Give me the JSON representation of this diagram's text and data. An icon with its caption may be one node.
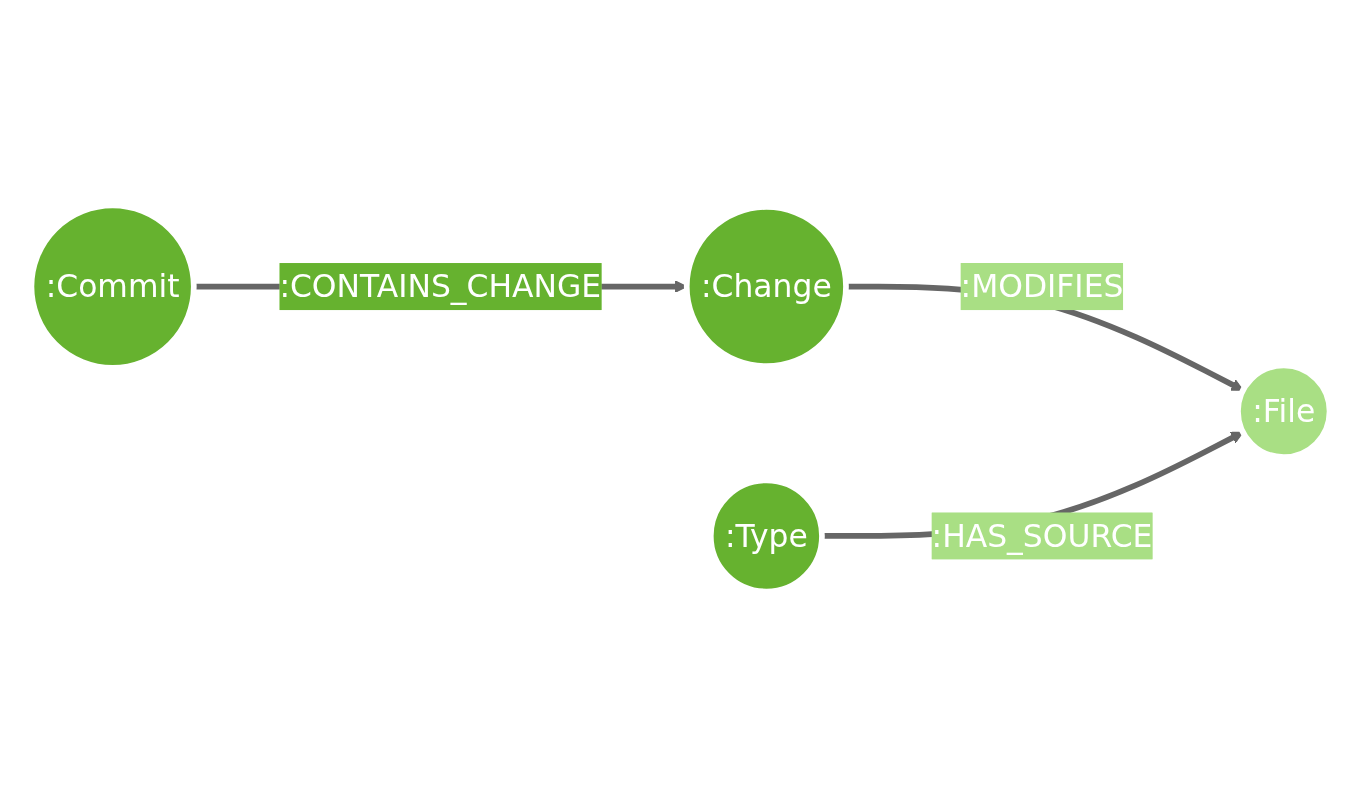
{
  "diagram": {
    "nodes": [
      {
        "text": [
          ":Commit"
        ]
      },
      {
        "text": [
          ":Change"
        ]
      },
      {
        "text": [
          ":Type"
        ]
      },
      {
        "text": [
          ":File"
        ]
      }
    ],
    "edges": [
      {
        "from": 0,
        "to": 1,
        "arrow": "to",
        "label": ":CONTAINS_CHANGE"
      },
      {
        "from": 1,
        "to": 3,
        "arrow": "to",
        "label": ":MODIFIES"
      },
      {
        "from": 2,
        "to": 3,
        "arrow": "to",
        "label": ":HAS_SOURCE"
      }
    ]
  }
}
